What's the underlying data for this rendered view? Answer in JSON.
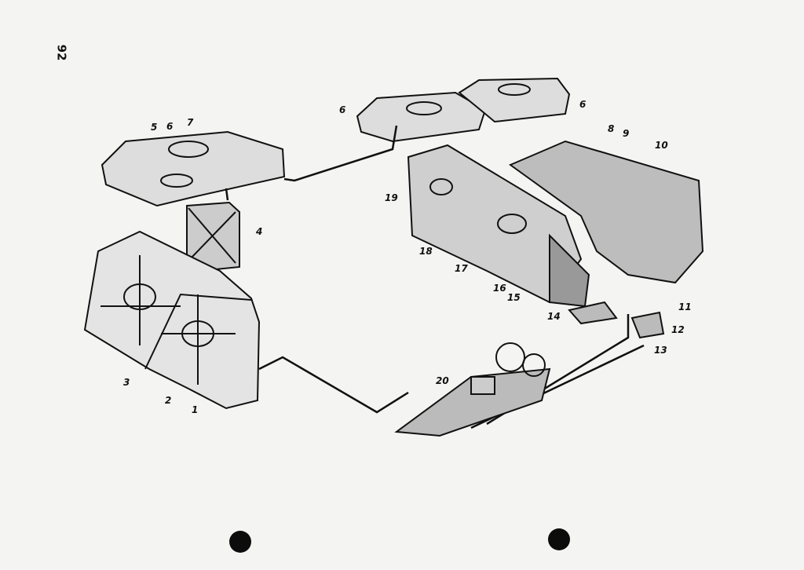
{
  "page_number": "92",
  "callouts": [
    {
      "n": "1"
    },
    {
      "n": "2"
    },
    {
      "n": "3"
    },
    {
      "n": "4"
    },
    {
      "n": "5"
    },
    {
      "n": "6"
    },
    {
      "n": "6"
    },
    {
      "n": "6"
    },
    {
      "n": "7"
    },
    {
      "n": "8"
    },
    {
      "n": "9"
    },
    {
      "n": "10"
    },
    {
      "n": "11"
    },
    {
      "n": "12"
    },
    {
      "n": "13"
    },
    {
      "n": "14"
    },
    {
      "n": "15"
    },
    {
      "n": "16"
    },
    {
      "n": "17"
    },
    {
      "n": "18"
    },
    {
      "n": "19"
    },
    {
      "n": "20"
    }
  ]
}
